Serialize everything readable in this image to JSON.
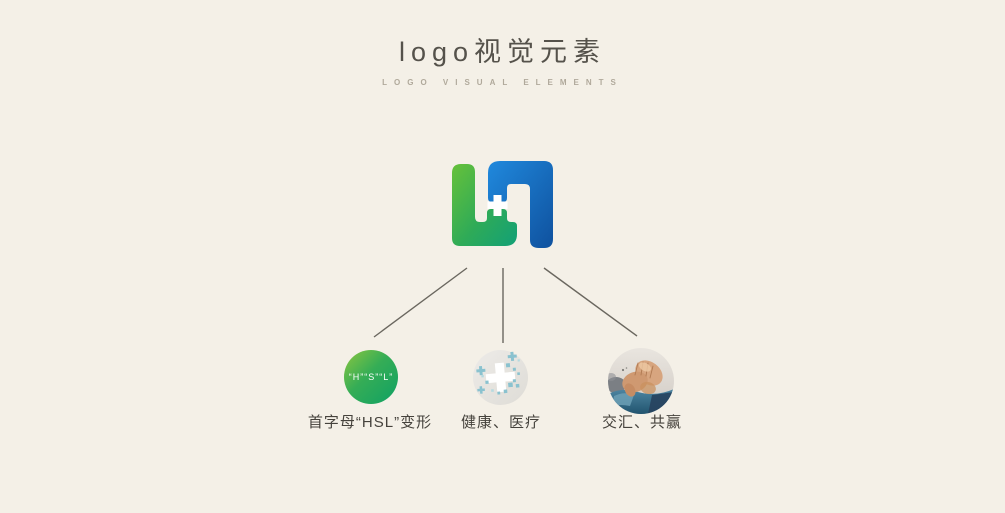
{
  "page": {
    "background_color": "#f4f0e7"
  },
  "header": {
    "title": "logo视觉元素",
    "subtitle": "LOGO VISUAL ELEMENTS"
  },
  "logo": {
    "description": "HSL monogram mark with medical cross",
    "colors": {
      "green_gradient_start": "#66c13a",
      "green_gradient_end": "#12a077",
      "blue_gradient_start": "#2089dd",
      "blue_gradient_end": "#0f519e",
      "cross": "#ffffff"
    }
  },
  "elements": [
    {
      "badge_text": "“H”“S”“L”",
      "label": "首字母“HSL”变形",
      "circle_colors": {
        "start": "#8cc63f",
        "end": "#0fa164"
      }
    },
    {
      "icon": "medical-cross-icon",
      "label": "健康、医疗",
      "circle_colors": {
        "base": "#e9e7e3",
        "accent": "#8ac2cf"
      }
    },
    {
      "icon": "clasped-hands-photo",
      "label": "交汇、共赢"
    }
  ]
}
